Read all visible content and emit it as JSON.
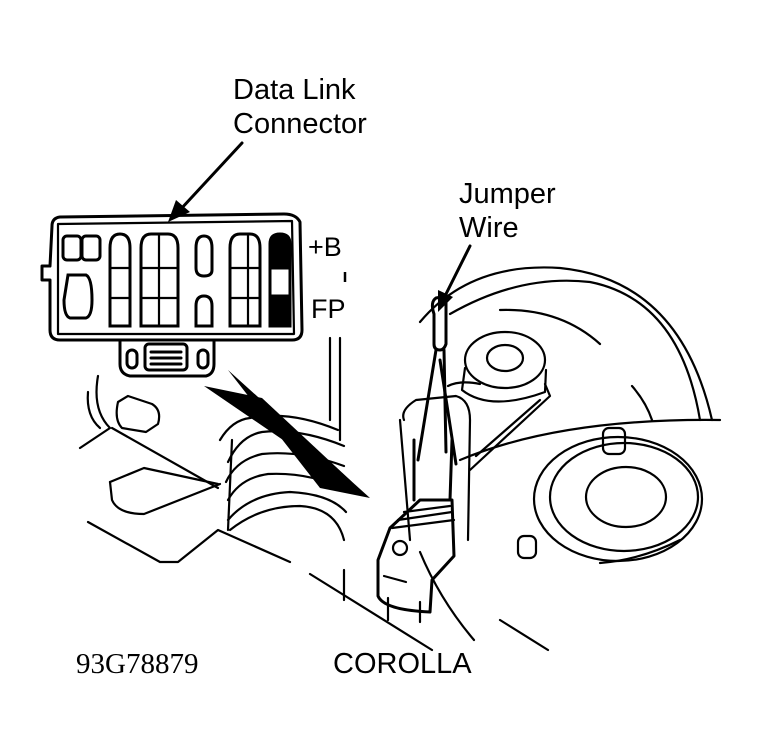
{
  "diagram": {
    "labels": {
      "connector_line1": "Data Link",
      "connector_line2": "Connector",
      "jumper_line1": "Jumper",
      "jumper_line2": "Wire",
      "terminal_b": "+B",
      "terminal_fp": "FP",
      "figure_id": "93G78879",
      "model": "COROLLA"
    },
    "colors": {
      "ink": "#000000",
      "paper": "#ffffff"
    }
  }
}
